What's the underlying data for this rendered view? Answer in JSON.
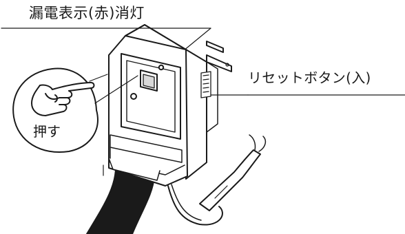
{
  "labels": {
    "leak_indicator": "漏電表示(赤)消灯",
    "reset_button": "リセットボタン(入)",
    "push": "押す"
  },
  "colors": {
    "line": "#1a1a1a",
    "background": "#ffffff",
    "device_shade": "#d9d9d9"
  },
  "icons": [
    "pointing-hand-icon"
  ]
}
